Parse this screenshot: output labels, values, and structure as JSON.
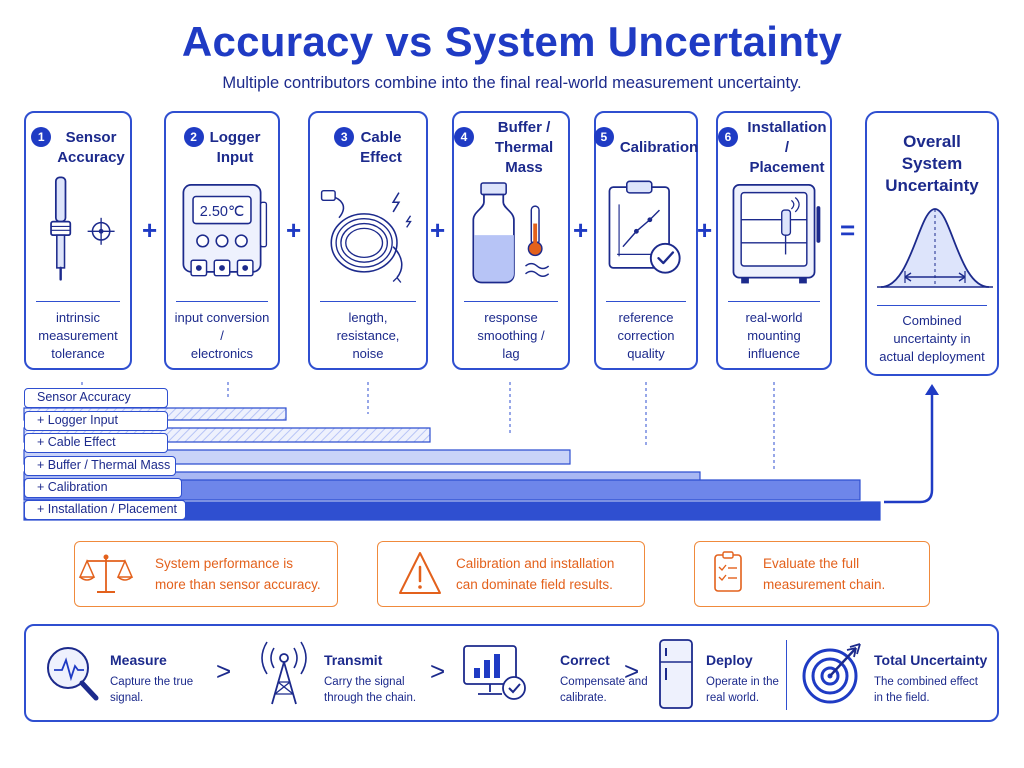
{
  "header": {
    "title": "Accuracy vs System Uncertainty",
    "subtitle": "Multiple contributors combine into the final real-world measurement uncertainty."
  },
  "contributors": [
    {
      "num": "1",
      "title": [
        "Sensor",
        "Accuracy"
      ],
      "desc": [
        "intrinsic",
        "measurement",
        "tolerance"
      ],
      "icon": "sensor-probe-icon"
    },
    {
      "num": "2",
      "title": [
        "Logger",
        "Input"
      ],
      "desc": [
        "input conversion /",
        "electronics"
      ],
      "icon": "data-logger-icon",
      "display": "2.50℃"
    },
    {
      "num": "3",
      "title": [
        "Cable",
        "Effect"
      ],
      "desc": [
        "length,",
        "resistance,",
        "noise"
      ],
      "icon": "cable-coil-icon"
    },
    {
      "num": "4",
      "title": [
        "Buffer /",
        "Thermal Mass"
      ],
      "desc": [
        "response",
        "smoothing /",
        "lag"
      ],
      "icon": "buffer-bottle-icon"
    },
    {
      "num": "5",
      "title": [
        "Calibration"
      ],
      "desc": [
        "reference",
        "correction",
        "quality"
      ],
      "icon": "calibration-clipboard-icon"
    },
    {
      "num": "6",
      "title": [
        "Installation /",
        "Placement"
      ],
      "desc": [
        "real-world",
        "mounting",
        "influence"
      ],
      "icon": "fridge-installation-icon"
    }
  ],
  "operators": {
    "plus": "+",
    "equals": "="
  },
  "overall": {
    "title": [
      "Overall",
      "System",
      "Uncertainty"
    ],
    "desc": [
      "Combined",
      "uncertainty in",
      "actual deployment"
    ],
    "icon": "bell-curve-icon"
  },
  "stack": [
    "Sensor Accuracy",
    "+ Logger Input",
    "+ Cable Effect",
    "+ Buffer / Thermal Mass",
    "+ Calibration",
    "+ Installation / Placement"
  ],
  "notes": [
    {
      "icon": "balance-scale-icon",
      "lines": [
        "System performance is",
        "more than sensor accuracy."
      ]
    },
    {
      "icon": "warning-triangle-icon",
      "lines": [
        "Calibration and installation",
        "can dominate field results."
      ]
    },
    {
      "icon": "checklist-icon",
      "lines": [
        "Evaluate the full",
        "measurement chain."
      ]
    }
  ],
  "steps": [
    {
      "title": "Measure",
      "desc": [
        "Capture the true",
        "signal."
      ],
      "icon": "magnifier-signal-icon"
    },
    {
      "title": "Transmit",
      "desc": [
        "Carry the signal",
        "through the chain."
      ],
      "icon": "antenna-tower-icon"
    },
    {
      "title": "Correct",
      "desc": [
        "Compensate and",
        "calibrate."
      ],
      "icon": "monitor-chart-icon"
    },
    {
      "title": "Deploy",
      "desc": [
        "Operate in the",
        "real world."
      ],
      "icon": "refrigerator-icon"
    },
    {
      "title": "Total Uncertainty",
      "desc": [
        "The combined effect",
        "in the field."
      ],
      "icon": "target-arrow-icon"
    }
  ],
  "chevron": ">",
  "colors": {
    "primary": "#1f3bc4",
    "text": "#1c2a8c",
    "accent": "#e3611c",
    "fill_light": "#dde4fb",
    "fill_dark": "#2f4fd0"
  }
}
